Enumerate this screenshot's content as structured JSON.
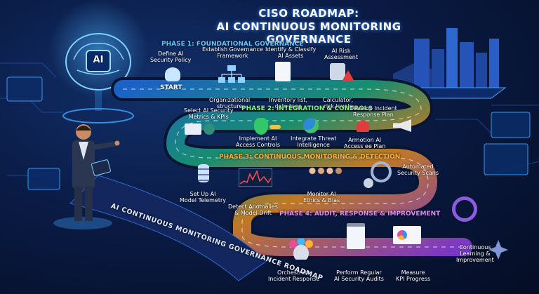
{
  "title": {
    "line1": "CISO ROADMAP:",
    "line2": "AI CONTINUOUS MONITORING GOVERNANCE"
  },
  "brain_label": "AI",
  "start_label": "START",
  "banner_text": "AI CONTINUOUS MONITORING GOVERNANCE ROADMAP",
  "colors": {
    "phase1": "#5ec8ff",
    "phase2": "#7dff7a",
    "phase3": "#ffb03b",
    "phase4": "#e08bff"
  },
  "phases": {
    "p1": {
      "label": "PHASE 1: FOUNDATIONAL GOVERNANCE",
      "steps": {
        "s1_top": "Define AI\nSecurity Policy",
        "s2_top": "Establish Governance\nFramework",
        "s2_bottom": "Organizational\nstructure",
        "s3_top": "Identify & Classify\nAI Assets",
        "s3_bottom": "Inventory list,\ndata tags",
        "s4_top": "AI Risk\nAssessment",
        "s4_bottom": "Calculator,\nrisk levels"
      }
    },
    "p2": {
      "label": "PHASE 2: INTEGRATION & CONTROLS",
      "steps": {
        "s1": "Select AI Security\nMetrics & KPIs",
        "s2": "Implement AI\nAccess Controls",
        "s3": "Integrate Threat\nIntelligence",
        "s4": "Armotion AI\nAccess ee Plan",
        "s5": "Develop Incident\nResponse Plan"
      }
    },
    "p3": {
      "label": "PHASE 3: CONTINUOUS MONITORING & DETECTION",
      "steps": {
        "s1": "Set Up AI\nModel Telemetry",
        "s2": "Detect Anomalies\n& Model Drift",
        "s3": "Monitor AI\nEthics & Bias",
        "s4": "Automated\nSecurity Scans"
      }
    },
    "p4": {
      "label": "PHASE 4: AUDIT, RESPONSE & IMPROVEMENT",
      "steps": {
        "s1": "Orchestrate\nIncident Response",
        "s2": "Perform Regular\nAI Security Audits",
        "s3": "Measure\nKPI Progress",
        "s4": "Continuous\nLearning &\nImprovement"
      }
    }
  }
}
